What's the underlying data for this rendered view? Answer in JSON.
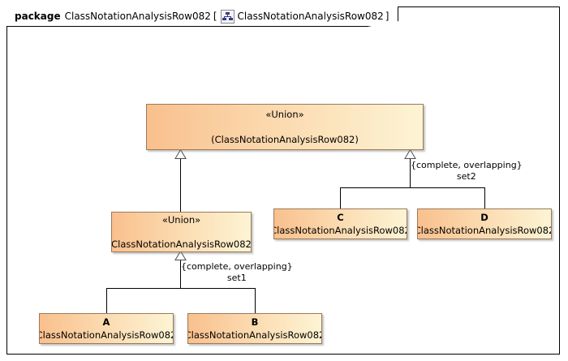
{
  "diagram": {
    "type": "uml-class-diagram",
    "frame": {
      "keyword": "package",
      "name": "ClassNotationAnalysisRow082",
      "bracket_open": "[",
      "bracket_close": "]",
      "icon": "class-diagram-icon",
      "diagram_name": "ClassNotationAnalysisRow082"
    },
    "colors": {
      "box_fill_left": "#f9c08d",
      "box_fill_right": "#fdf4d4",
      "box_border": "#9b7a5a",
      "frame_border": "#000000",
      "line": "#000000",
      "background": "#ffffff"
    },
    "classes": [
      {
        "id": "union-top",
        "stereotype": "«Union»",
        "name": "",
        "qualified_name": "(ClassNotationAnalysisRow082)"
      },
      {
        "id": "union-mid",
        "stereotype": "«Union»",
        "name": "",
        "qualified_name": "(ClassNotationAnalysisRow082)"
      },
      {
        "id": "class-c",
        "stereotype": "",
        "name": "C",
        "qualified_name": "(ClassNotationAnalysisRow082)"
      },
      {
        "id": "class-d",
        "stereotype": "",
        "name": "D",
        "qualified_name": "(ClassNotationAnalysisRow082)"
      },
      {
        "id": "class-a",
        "stereotype": "",
        "name": "A",
        "qualified_name": "(ClassNotationAnalysisRow082)"
      },
      {
        "id": "class-b",
        "stereotype": "",
        "name": "B",
        "qualified_name": "(ClassNotationAnalysisRow082)"
      }
    ],
    "generalization_sets": [
      {
        "id": "set2",
        "constraint": "{complete, overlapping}",
        "label": "set2",
        "general": "union-top",
        "specifics": [
          "class-c",
          "class-d"
        ]
      },
      {
        "id": "set1",
        "constraint": "{complete, overlapping}",
        "label": "set1",
        "general": "union-mid",
        "specifics": [
          "class-a",
          "class-b"
        ]
      }
    ],
    "generalizations": [
      {
        "id": "gen-mid-top",
        "specific": "union-mid",
        "general": "union-top"
      }
    ]
  }
}
